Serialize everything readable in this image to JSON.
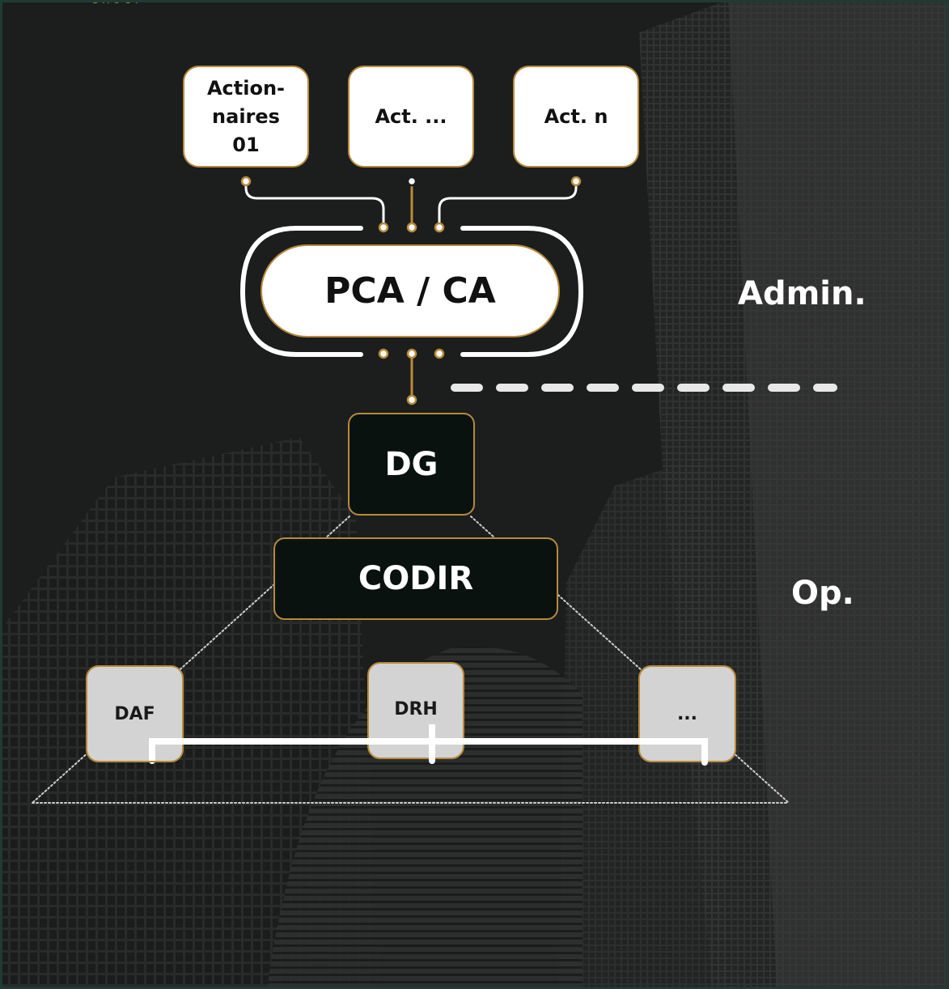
{
  "header": {
    "logo_text": "GROUP"
  },
  "shareholders": [
    {
      "label": "Action-naires 01"
    },
    {
      "label": "Act. ..."
    },
    {
      "label": "Act. n"
    }
  ],
  "board": {
    "label": "PCA / CA"
  },
  "dg": {
    "label": "DG"
  },
  "codir": {
    "label": "CODIR"
  },
  "departments": [
    {
      "label": "DAF"
    },
    {
      "label": "DRH"
    },
    {
      "label": "..."
    }
  ],
  "side_labels": {
    "admin": "Admin.",
    "op": "Op."
  },
  "colors": {
    "gold": "#b88a3a",
    "background": "#1c1d1d",
    "dark_box": "#0a1210",
    "grey_box": "#d3d3d3",
    "border": "#1f3b33"
  }
}
